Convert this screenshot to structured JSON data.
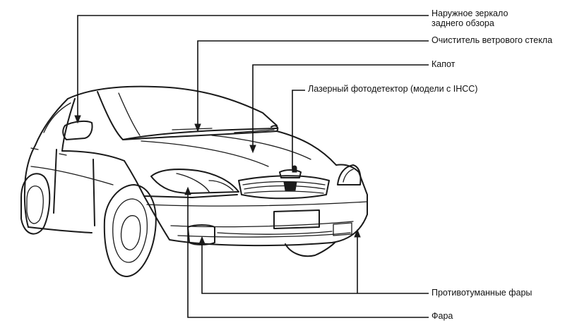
{
  "labels": {
    "mirror": "Наружное зеркало заднего обзора",
    "mirror_line1": "Наружное зеркало",
    "mirror_line2": "заднего обзора",
    "wiper": "Очиститель ветрового стекла",
    "hood": "Капот",
    "laser": "Лазерный фотодетектор (модели с IHCC)",
    "fog": "Противотуманные фары",
    "headlamp": "Фара"
  },
  "colors": {
    "ink": "#1a1a1a",
    "background": "#ffffff"
  }
}
